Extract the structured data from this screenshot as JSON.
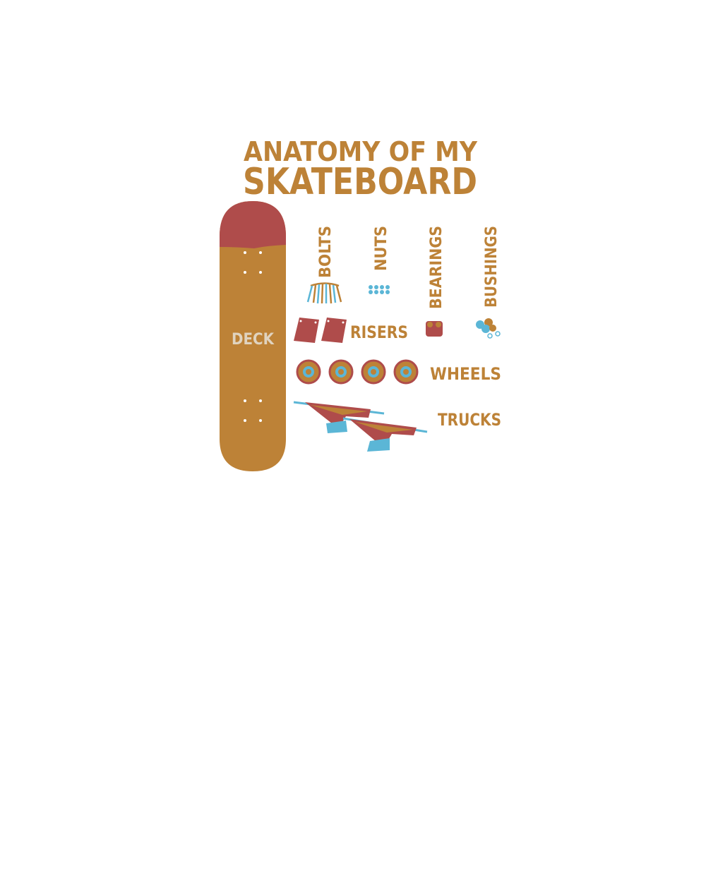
{
  "title": {
    "line1": "ANATOMY OF MY",
    "line2": "SKATEBOARD"
  },
  "labels": {
    "deck": "DECK",
    "bolts": "BOLTS",
    "nuts": "NUTS",
    "bearings": "BEARINGS",
    "bushings": "BUSHINGS",
    "risers": "RISERS",
    "wheels": "WHEELS",
    "trucks": "TRUCKS"
  },
  "colors": {
    "orange": "#BD8237",
    "red": "#AF4C4B",
    "blue": "#5BB6D6",
    "cream": "#E0D3BF"
  }
}
